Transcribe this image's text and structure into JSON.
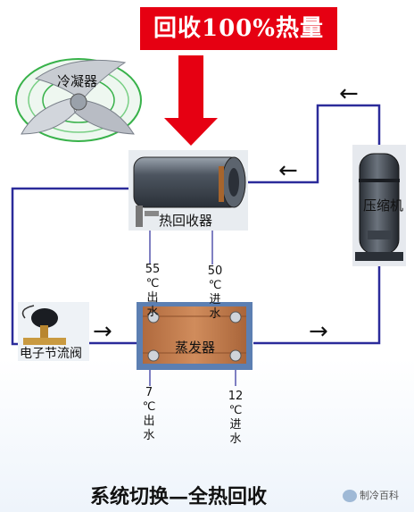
{
  "banner": "回收100%热量",
  "condenser_label": "冷凝器",
  "heat_recovery_label": "热回收器",
  "compressor_label": "压缩机",
  "expansion_valve_label": "电子节流阀",
  "evaporator_label": "蒸发器",
  "hr_out_temp": "55",
  "hr_out_unit": "℃",
  "hr_out_text": [
    "出",
    "水"
  ],
  "hr_in_temp": "50",
  "hr_in_unit": "℃",
  "hr_in_text": [
    "进",
    "水"
  ],
  "ev_out_temp": "7",
  "ev_out_unit": "℃",
  "ev_out_text": [
    "出",
    "水"
  ],
  "ev_in_temp": "12",
  "ev_in_unit": "℃",
  "ev_in_text": [
    "进",
    "水"
  ],
  "caption": "系统切换—全热回收",
  "watermark": "制冷百科",
  "arrow_glyph_left": "←",
  "arrow_glyph_right": "→",
  "colors": {
    "pipe": "#2b2b9a",
    "banner": "#e60012",
    "arrow": "#e60012"
  }
}
